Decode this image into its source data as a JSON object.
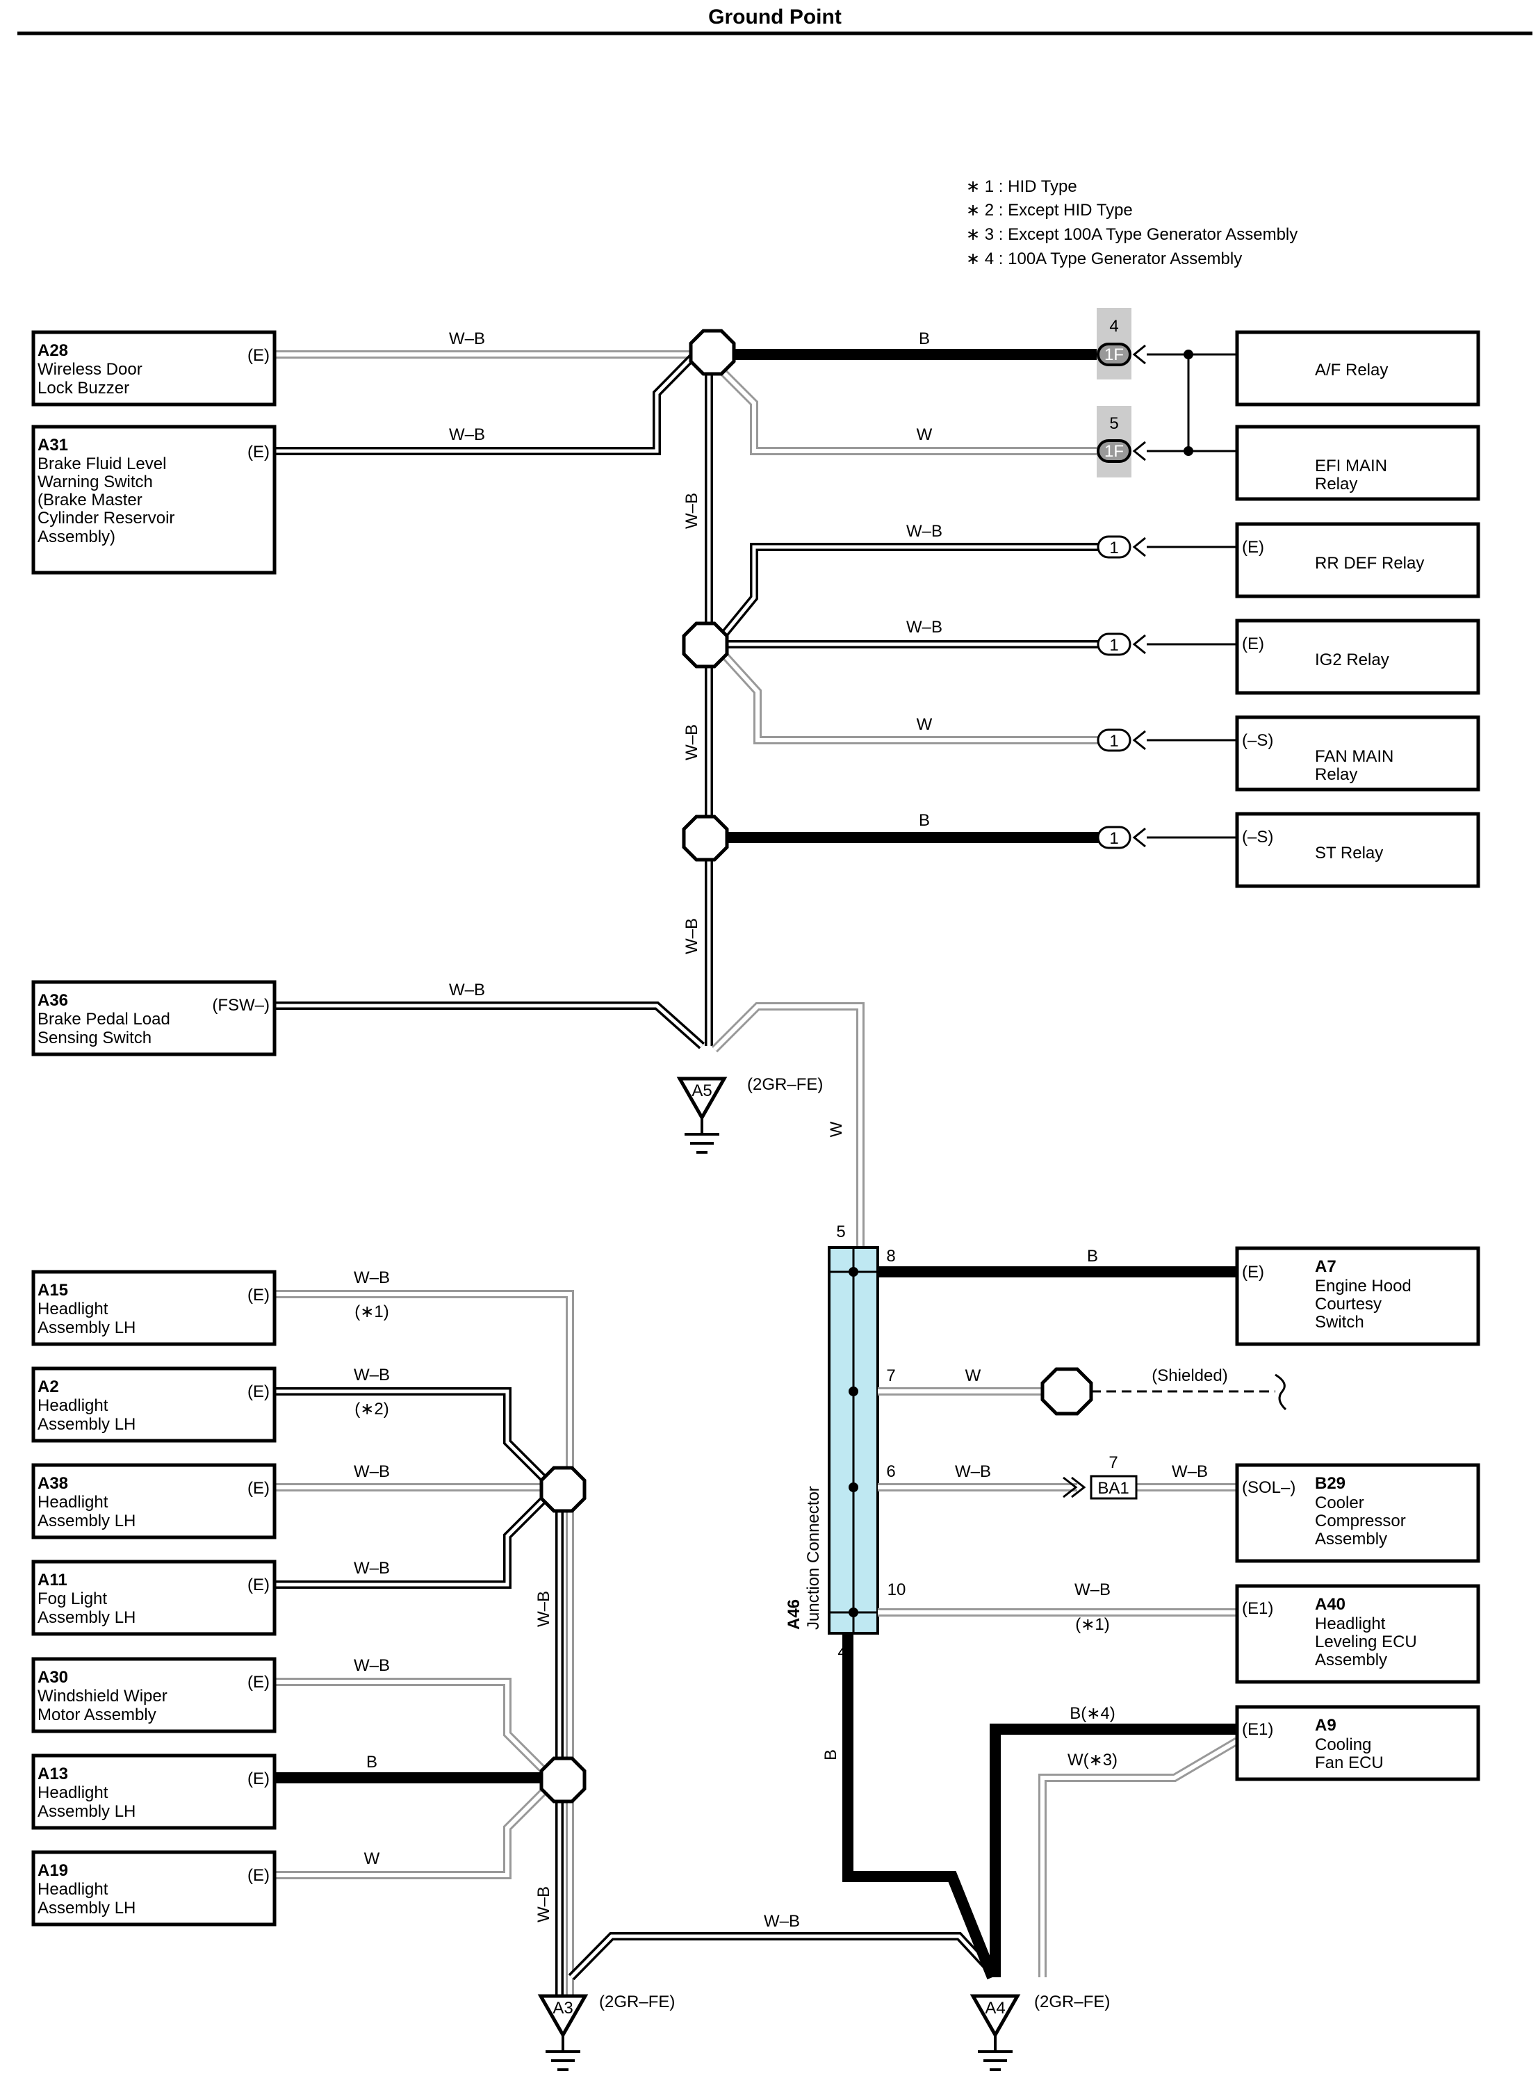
{
  "title": "Ground Point",
  "notes": [
    "∗ 1 : HID Type",
    "∗ 2 : Except HID Type",
    "∗ 3 : Except 100A Type Generator Assembly",
    "∗ 4 : 100A Type Generator Assembly"
  ],
  "components": {
    "a28": {
      "code": "A28",
      "name": [
        "Wireless Door",
        "Lock Buzzer"
      ],
      "pin": "(E)"
    },
    "a31": {
      "code": "A31",
      "name": [
        "Brake Fluid Level",
        "Warning Switch",
        "(Brake Master",
        " Cylinder Reservoir",
        " Assembly)"
      ],
      "pin": "(E)"
    },
    "a36": {
      "code": "A36",
      "name": [
        "Brake Pedal Load",
        "Sensing Switch"
      ],
      "pin": "(FSW–)"
    },
    "a15": {
      "code": "A15",
      "name": [
        "Headlight",
        "Assembly LH"
      ],
      "pin": "(E)"
    },
    "a2": {
      "code": "A2",
      "name": [
        "Headlight",
        "Assembly LH"
      ],
      "pin": "(E)"
    },
    "a38": {
      "code": "A38",
      "name": [
        "Headlight",
        "Assembly LH"
      ],
      "pin": "(E)"
    },
    "a11": {
      "code": "A11",
      "name": [
        "Fog Light",
        "Assembly LH"
      ],
      "pin": "(E)"
    },
    "a30": {
      "code": "A30",
      "name": [
        "Windshield Wiper",
        "Motor Assembly"
      ],
      "pin": "(E)"
    },
    "a13": {
      "code": "A13",
      "name": [
        "Headlight",
        "Assembly LH"
      ],
      "pin": "(E)"
    },
    "a19": {
      "code": "A19",
      "name": [
        "Headlight",
        "Assembly LH"
      ],
      "pin": "(E)"
    },
    "af_relay": {
      "name": [
        "A/F Relay"
      ],
      "pin": ""
    },
    "efi_relay": {
      "name": [
        "EFI MAIN",
        "Relay"
      ],
      "pin": ""
    },
    "rrdef": {
      "name": [
        "RR DEF Relay"
      ],
      "pin": "(E)"
    },
    "ig2": {
      "name": [
        "IG2 Relay"
      ],
      "pin": "(E)"
    },
    "fan_main": {
      "name": [
        "FAN MAIN",
        "Relay"
      ],
      "pin": "(–S)"
    },
    "st": {
      "name": [
        "ST Relay"
      ],
      "pin": "(–S)"
    },
    "a7": {
      "code": "A7",
      "name": [
        "Engine Hood",
        "Courtesy",
        "Switch"
      ],
      "pin": "(E)"
    },
    "b29": {
      "code": "B29",
      "name": [
        "Cooler",
        "Compressor",
        "Assembly"
      ],
      "pin": "(SOL–)"
    },
    "a40": {
      "code": "A40",
      "name": [
        "Headlight",
        "Leveling ECU",
        "Assembly"
      ],
      "pin": "(E1)"
    },
    "a9": {
      "code": "A9",
      "name": [
        "Cooling",
        "Fan ECU"
      ],
      "pin": "(E1)"
    }
  },
  "wire_labels": {
    "wb": "W–B",
    "b": "B",
    "w": "W",
    "b4": "B(∗4)",
    "w3": "W(∗3)",
    "n1": "(∗1)",
    "n2": "(∗2)",
    "shielded": "(Shielded)"
  },
  "connectors": {
    "c1f": "1F",
    "c1": "1",
    "pin4": "4",
    "pin5": "5",
    "ba1": "BA1",
    "ba1_pin": "7"
  },
  "junction": {
    "code": "A46",
    "name": "Junction Connector",
    "pins": {
      "p5": "5",
      "p8": "8",
      "p7": "7",
      "p6": "6",
      "p10": "10",
      "p4": "4"
    }
  },
  "grounds": {
    "a5": {
      "code": "A5",
      "engine": "(2GR–FE)"
    },
    "a3": {
      "code": "A3",
      "engine": "(2GR–FE)"
    },
    "a4": {
      "code": "A4",
      "engine": "(2GR–FE)"
    }
  }
}
